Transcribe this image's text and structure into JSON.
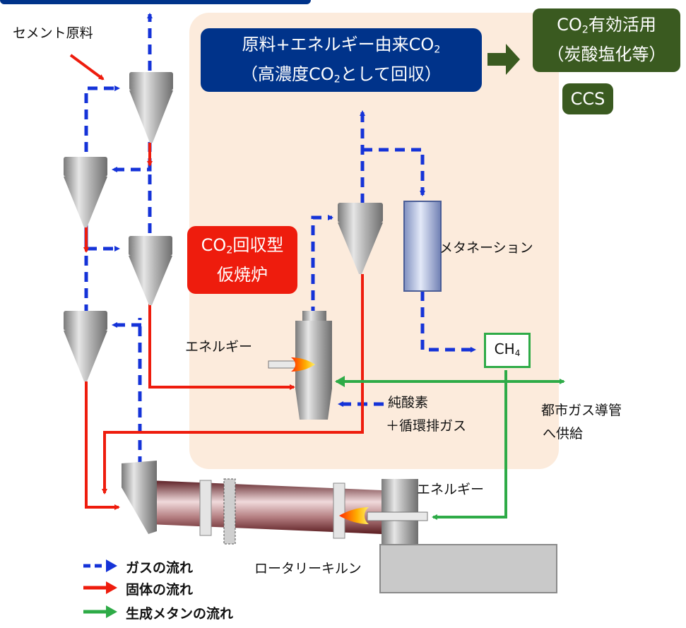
{
  "labels": {
    "cement_raw": "セメント原料",
    "co2_source": "原料+エネルギー由来CO",
    "co2_source_sub": "2",
    "co2_recover_pre": "（高濃度CO",
    "co2_recover_sub": "2",
    "co2_recover_post": "として回収）",
    "co2_use_pre": "CO",
    "co2_use_sub": "2",
    "co2_use_post": "有効活用",
    "co2_use_line2": "（炭酸塩化等）",
    "ccs": "CCS",
    "calciner_pre": "CO",
    "calciner_sub": "2",
    "calciner_post": "回収型",
    "calciner_line2": "仮焼炉",
    "methanation": "メタネーション",
    "energy_1": "エネルギー",
    "energy_2": "エネルギー",
    "ch4_pre": "CH",
    "ch4_sub": "4",
    "oxygen_line1": "純酸素",
    "oxygen_line2": "＋循環排ガス",
    "city_gas_line1": "都市ガス導管",
    "city_gas_line2": "へ供給",
    "rotary_kiln": "ロータリーキルン"
  },
  "legend": [
    {
      "label": "ガスの流れ",
      "color": "#1533d8",
      "style": "dashed"
    },
    {
      "label": "固体の流れ",
      "color": "#ee1c0d",
      "style": "solid"
    },
    {
      "label": "生成メタンの流れ",
      "color": "#2eab47",
      "style": "solid"
    }
  ],
  "colors": {
    "gas": "#1533d8",
    "solid": "#ee1c0d",
    "methane": "#2eab47",
    "region": "#fcebdc",
    "co2_box": "#00338a",
    "use_box": "#3a5a20",
    "calciner_box": "#ee1c0d"
  }
}
